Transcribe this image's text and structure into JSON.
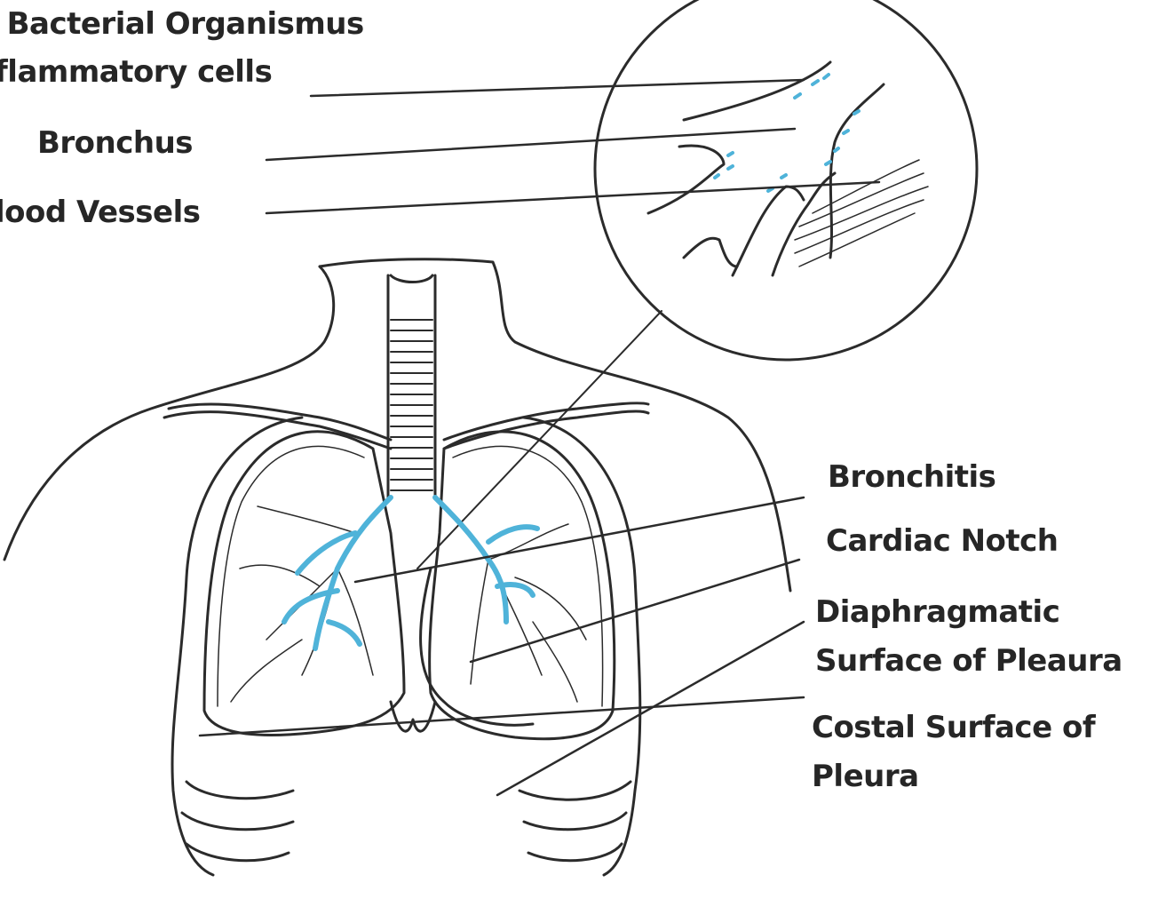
{
  "diagram": {
    "labels": {
      "bacterial": "r Bacterial Organismus",
      "inflammatory": "flammatory cells",
      "bronchus": "Bronchus",
      "blood_vessels": "lood Vessels",
      "bronchitis": "Bronchitis",
      "cardiac_notch": "Cardiac Notch",
      "diaphragmatic_1": "Diaphragmatic",
      "diaphragmatic_2": "Surface of Pleaura",
      "costal_1": "Costal Surface of",
      "costal_2": "Pleura"
    },
    "colors": {
      "line": "#2b2b2b",
      "highlight": "#4fb3d9",
      "background": "#ffffff"
    }
  }
}
